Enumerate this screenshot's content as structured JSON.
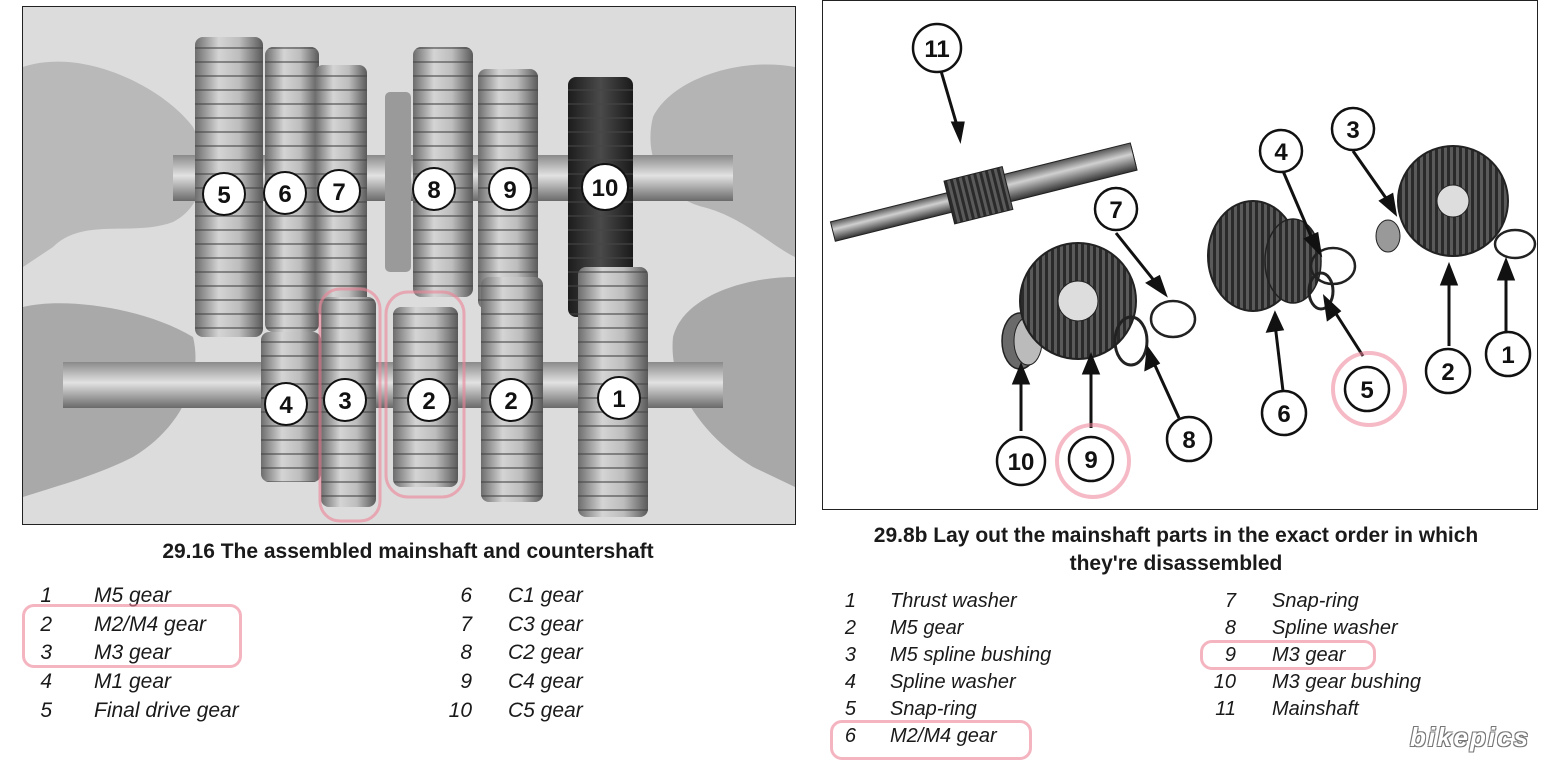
{
  "left_figure": {
    "caption": "29.16  The assembled mainshaft and countershaft",
    "callouts": [
      "5",
      "6",
      "7",
      "8",
      "9",
      "10",
      "4",
      "3",
      "2",
      "2",
      "1"
    ],
    "legend_col1": [
      {
        "num": "1",
        "text": "M5 gear"
      },
      {
        "num": "2",
        "text": "M2/M4 gear"
      },
      {
        "num": "3",
        "text": "M3 gear"
      },
      {
        "num": "4",
        "text": "M1 gear"
      },
      {
        "num": "5",
        "text": "Final drive gear"
      }
    ],
    "legend_col2": [
      {
        "num": "6",
        "text": "C1 gear"
      },
      {
        "num": "7",
        "text": "C3 gear"
      },
      {
        "num": "8",
        "text": "C2 gear"
      },
      {
        "num": "9",
        "text": "C4 gear"
      },
      {
        "num": "10",
        "text": "C5 gear"
      }
    ]
  },
  "right_figure": {
    "caption_line1": "29.8b  Lay out the mainshaft parts in the exact order in which",
    "caption_line2": "they're disassembled",
    "callouts": [
      "11",
      "7",
      "4",
      "3",
      "10",
      "9",
      "8",
      "6",
      "5",
      "2",
      "1"
    ],
    "legend_col1": [
      {
        "num": "1",
        "text": "Thrust washer"
      },
      {
        "num": "2",
        "text": "M5 gear"
      },
      {
        "num": "3",
        "text": "M5 spline bushing"
      },
      {
        "num": "4",
        "text": "Spline washer"
      },
      {
        "num": "5",
        "text": "Snap-ring"
      },
      {
        "num": "6",
        "text": "M2/M4 gear"
      }
    ],
    "legend_col2": [
      {
        "num": "7",
        "text": "Snap-ring"
      },
      {
        "num": "8",
        "text": "Spline washer"
      },
      {
        "num": "9",
        "text": "M3 gear"
      },
      {
        "num": "10",
        "text": "M3 gear bushing"
      },
      {
        "num": "11",
        "text": "Mainshaft"
      }
    ]
  },
  "watermark": "bikepics",
  "highlight_color": "#ec8296"
}
